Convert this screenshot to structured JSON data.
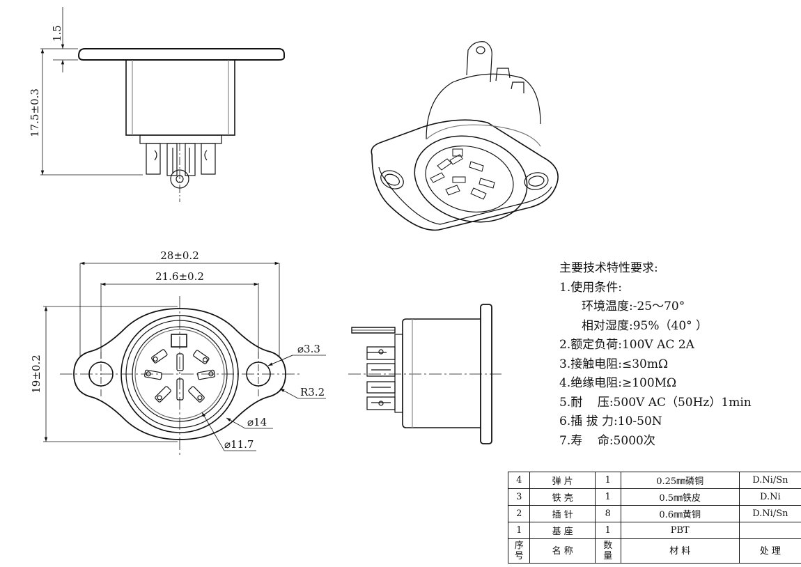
{
  "dimensions": {
    "flange_thickness": "1.5",
    "body_height": "17.5±0.3",
    "overall_width": "28±0.2",
    "hole_spacing": "21.6±0.2",
    "flange_height": "19±0.2",
    "hole_dia": "⌀3.3",
    "corner_radius": "R3.2",
    "outer_dia": "⌀14",
    "inner_dia": "⌀11.7"
  },
  "specs": {
    "title": "主要技术特性要求:",
    "items": [
      "1.使用条件:",
      "环境温度:-25～70°",
      "相对湿度:95%（40° ）",
      "2.额定负荷:100V AC 2A",
      "3.接触电阻:≤30mΩ",
      "4.绝缘电阻:≥100MΩ",
      "5.耐    压:500V AC（50Hz）1min",
      "6.插 拔 力:10-50N",
      "7.寿    命:5000次"
    ]
  },
  "bom": {
    "rows": [
      [
        "4",
        "弹 片",
        "1",
        "0.25㎜磷铜",
        "D.Ni/Sn"
      ],
      [
        "3",
        "铁 壳",
        "1",
        "0.5㎜铁皮",
        "D.Ni"
      ],
      [
        "2",
        "插 针",
        "8",
        "0.6㎜黄铜",
        "D.Ni/Sn"
      ],
      [
        "1",
        "基 座",
        "1",
        "PBT",
        ""
      ]
    ],
    "header": [
      "序号",
      "名  称",
      "数量",
      "材   料",
      "处   理"
    ]
  }
}
